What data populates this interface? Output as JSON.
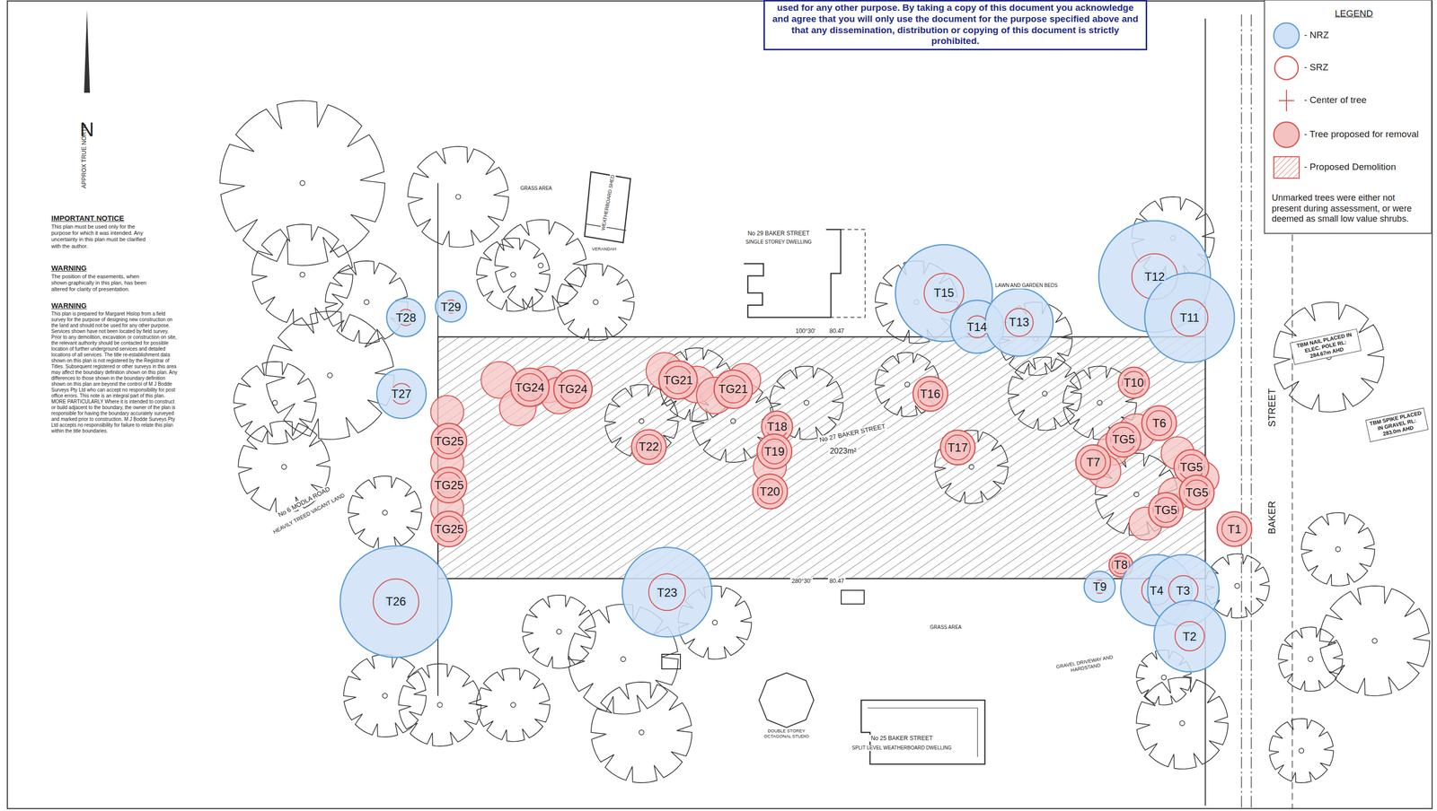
{
  "diagram": {
    "nodes": [
      {
        "text": [
          "T15"
        ]
      },
      {
        "text": [
          "T12"
        ]
      },
      {
        "text": [
          "T29"
        ]
      },
      {
        "text": [
          "T28"
        ]
      },
      {
        "text": [
          "T14"
        ]
      },
      {
        "text": [
          "T13"
        ]
      },
      {
        "text": [
          "T11"
        ]
      },
      {
        "text": [
          "TG24"
        ]
      },
      {
        "text": [
          "TG24"
        ]
      },
      {
        "text": [
          "TG21"
        ]
      },
      {
        "text": [
          "TG21"
        ]
      },
      {
        "text": [
          "T10"
        ]
      },
      {
        "text": [
          "T16"
        ]
      },
      {
        "text": [
          "T27"
        ]
      },
      {
        "text": [
          "T6"
        ]
      },
      {
        "text": [
          "T18"
        ]
      },
      {
        "text": [
          "TG25"
        ]
      },
      {
        "text": [
          "TG5"
        ]
      },
      {
        "text": [
          "T22"
        ]
      },
      {
        "text": [
          "T17"
        ]
      },
      {
        "text": [
          "T19"
        ]
      },
      {
        "text": [
          "T7"
        ]
      },
      {
        "text": [
          "TG5"
        ]
      },
      {
        "text": [
          "TG25"
        ]
      },
      {
        "text": [
          "TG5"
        ]
      },
      {
        "text": [
          "T20"
        ]
      },
      {
        "text": [
          "TG5"
        ]
      },
      {
        "text": [
          "T1"
        ]
      },
      {
        "text": [
          "TG25"
        ]
      },
      {
        "text": [
          "T8"
        ]
      },
      {
        "text": [
          "T9"
        ]
      },
      {
        "text": [
          "T4"
        ]
      },
      {
        "text": [
          "T3"
        ]
      },
      {
        "text": [
          "T23"
        ]
      },
      {
        "text": [
          "T26"
        ]
      },
      {
        "text": [
          "T2"
        ]
      }
    ],
    "labels": [
      "N",
      "APPROX TRUE NORTH",
      "IMPORTANT NOTICE",
      "This plan must be used only for the purpose for which it was intended. Any uncertainty in this plan must be clarified with the author.",
      "WARNING",
      "The position of the easements, when shown graphically in this plan, has been altered for clarity of presentation.",
      "WARNING",
      "This plan is prepared for Margaret Hislop from a field survey for the purpose of designing new construction on the land and should not be used for any other purpose. Services shown have not been located by field survey. Prior to any demolition, excavation or construction on site, the relevant authority should be contacted for possible location of further underground services and detailed locations of all services. The title re-establishment data shown on this plan is not registered by the Registrar of Titles. Subsequent registered or other surveys in this area may affect the boundary definition shown on this plan. Any differences to those shown in the boundary definition shown on this plan are beyond the control of M J Bodde Surveys Pty Ltd who can accept no responsibility for post office errors. This note is an integral part of this plan. MORE PARTICULARLY Where it is intended to construct or build adjacent to the boundary, the owner of the plan is responsible for having the boundary accurately surveyed and marked prior to construction. M J Bodde Surveys Pty Ltd accepts no responsibility for failure to relate this plan within the title boundaries.",
      "used for any other purpose. By taking a copy of this document you acknowledge and agree that you will only use the document for the purpose specified above and that any dissemination, distribution or copying of this document is strictly prohibited.",
      "LEGEND",
      "Unmarked trees were either not present during assessment, or were deemed as small low value shrubs.",
      "No 29 BAKER STREET",
      "SINGLE STOREY DWELLING",
      "No 25 BAKER STREET",
      "SPLIT LEVEL WEATHERBOARD DWELLING",
      "No 6 MODLA ROAD",
      "HEAVILY TREED VACANT LAND",
      "No 27 BAKER STREET",
      "2023m²",
      "100°30'",
      "80.47",
      "280°30'",
      "80.47",
      "BAKER",
      "STREET",
      "TBM NAIL PLACED IN ELEC. POLE RL: 284.67m AHD",
      "TBM SPIKE PLACED IN GRAVEL RL: 283.0m AHD",
      "WEATHERBOARD SHED",
      "VERANDAH",
      "LAWN AND GARDEN BEDS",
      "GRASS AREA",
      "GRASS AREA",
      "GRAVEL DRIVEWAY AND HARDSTAND",
      "DOUBLE STOREY OCTAGONAL STUDIO"
    ],
    "legend": [
      {
        "text": "- NRZ",
        "color": "#cfe2f7"
      },
      {
        "text": "- SRZ"
      },
      {
        "text": "- Center of tree"
      },
      {
        "text": "- Tree proposed for removal",
        "color": "#f5c2c2"
      },
      {
        "text": "- Proposed Demolition"
      }
    ]
  }
}
